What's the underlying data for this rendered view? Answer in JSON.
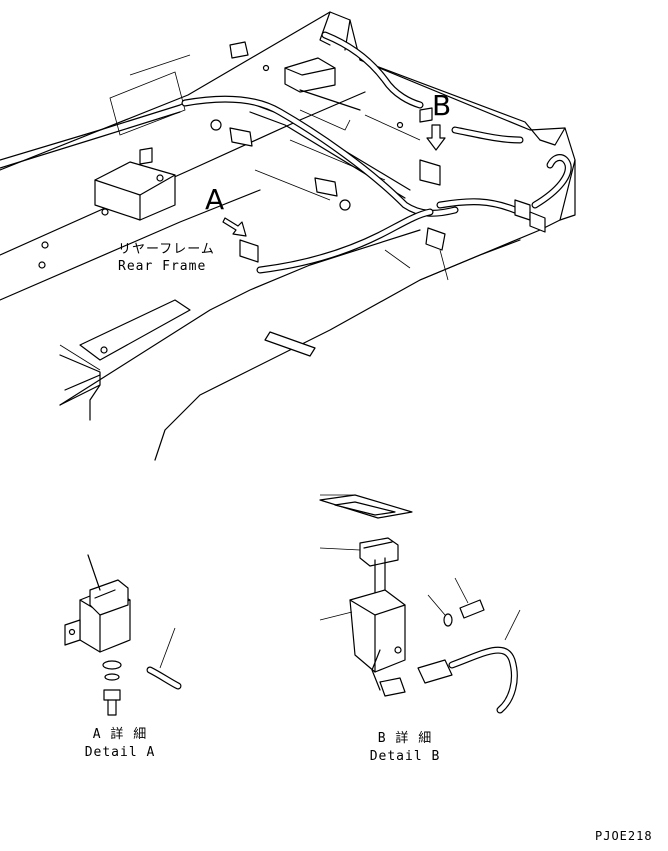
{
  "view_labels": {
    "a": "A",
    "b": "B"
  },
  "rear_frame": {
    "jp": "リヤーフレーム",
    "en": "Rear Frame"
  },
  "detail_a": {
    "jp": "A 詳 細",
    "en": "Detail A"
  },
  "detail_b": {
    "jp": "B 詳 細",
    "en": "Detail B"
  },
  "drawing_code": "PJOE218"
}
